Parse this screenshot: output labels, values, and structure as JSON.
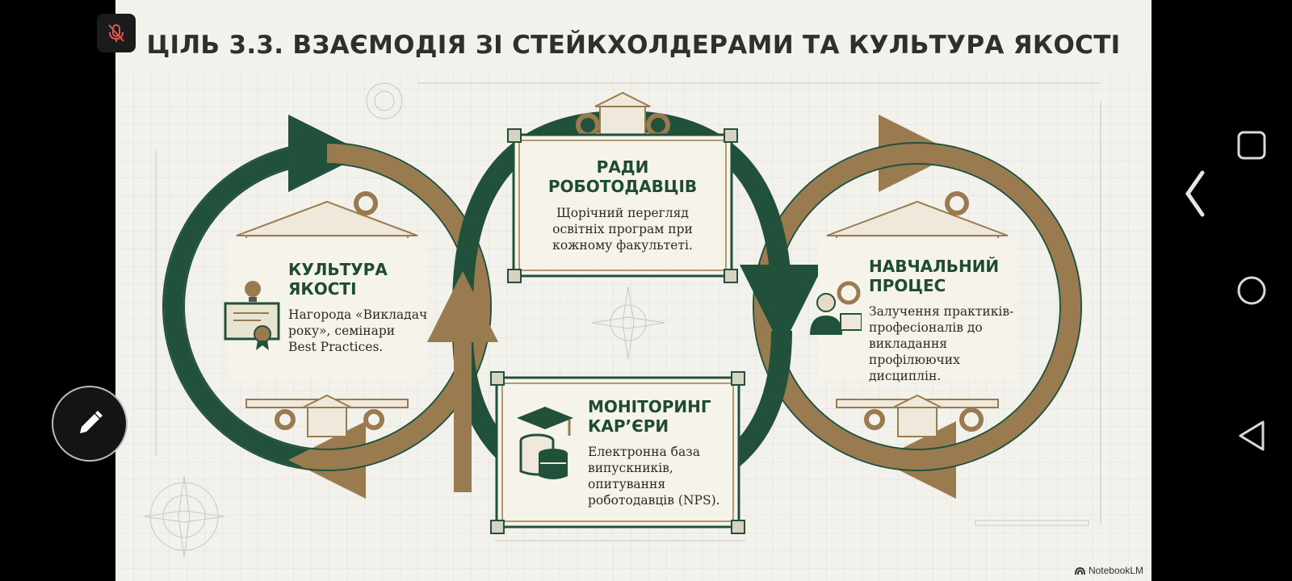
{
  "slide": {
    "title": "ЦІЛЬ 3.3. ВЗАЄМОДІЯ ЗІ СТЕЙКХОЛДЕРАМИ ТА КУЛЬТУРА ЯКОСТІ",
    "brand": "NotebookLM"
  },
  "blocks": {
    "employers": {
      "heading": "РАДИ\nРОБОТОДАВЦІВ",
      "text": "Щорічний перегляд\nосвітніх програм при\nкожному факультеті."
    },
    "quality": {
      "heading": "КУЛЬТУРА\nЯКОСТІ",
      "text": "Нагорода «Викладач\nроку», семінари\nBest Practices."
    },
    "learning": {
      "heading": "НАВЧАЛЬНИЙ\nПРОЦЕС",
      "text": "Залучення практиків-\nпрофесіоналів до\nвикладання\nпрофілюючих\nдисциплін."
    },
    "career": {
      "heading": "МОНІТОРИНГ\nКАР’ЄРИ",
      "text": "Електронна база\nвипускників,\nопитування\nроботодавців (NPS)."
    }
  },
  "colors": {
    "green": "#21513b",
    "bronze": "#9a7b4f",
    "paper": "#f2f1ec"
  },
  "icons": {
    "mic": "mic-muted-icon",
    "pen": "pen-icon",
    "square": "recent-apps-icon",
    "circle": "home-icon",
    "triangle": "back-icon",
    "chevron": "chevron-left-icon"
  }
}
